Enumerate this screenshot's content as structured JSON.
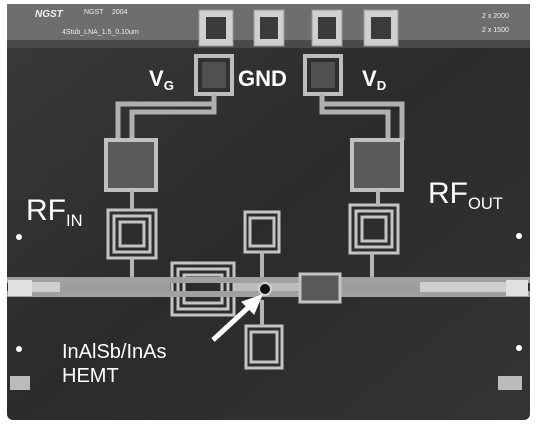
{
  "labels": {
    "vg": {
      "main": "V",
      "sub": "G"
    },
    "gnd": "GND",
    "vd": {
      "main": "V",
      "sub": "D"
    },
    "rf_in": {
      "main": "RF",
      "sub": "IN"
    },
    "rf_out": {
      "main": "RF",
      "sub": "OUT"
    },
    "hemt_line1": "InAlSb/InAs",
    "hemt_line2": "HEMT"
  },
  "header": {
    "logo": "NGST",
    "chip_id": "NGST",
    "chip_id2": "2004",
    "design_line": "4Stub_LNA_1.5_0.10um",
    "dim1": "2 x 2000",
    "dim2": "2 x 1500"
  },
  "colors": {
    "background": "#ffffff",
    "die": "#2f2f2f",
    "metal": "#a8a8a8",
    "metal_light": "#cfcfcf",
    "text": "#ffffff"
  }
}
